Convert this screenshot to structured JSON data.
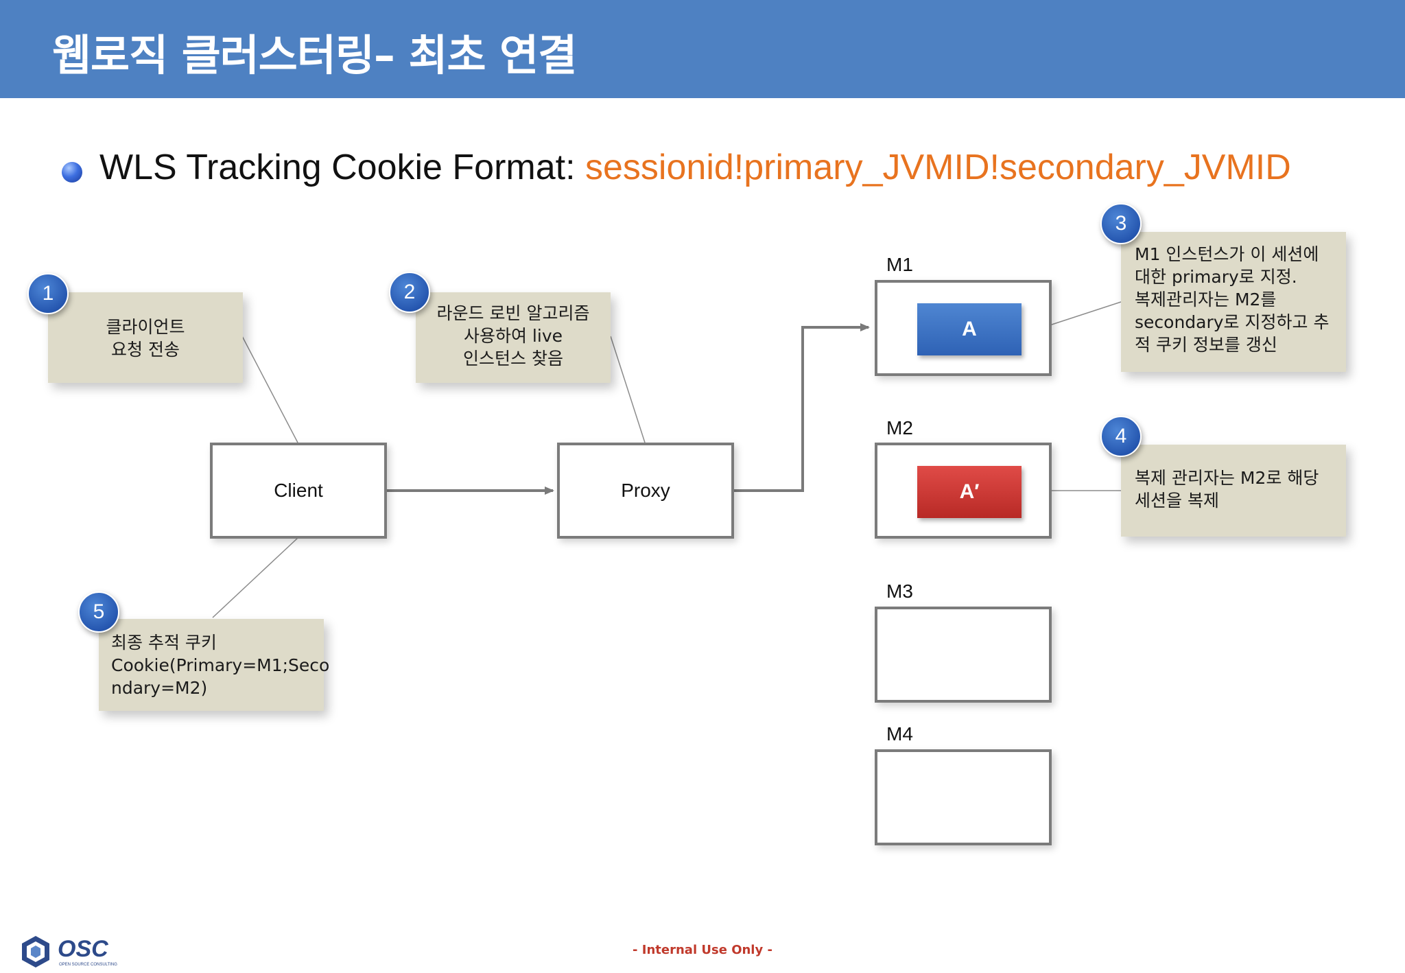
{
  "header": {
    "title": "웹로직 클러스터링– 최초 연결"
  },
  "bullet": {
    "label": "WLS Tracking Cookie Format: ",
    "format": "sessionid!primary_JVMID!secondary_JVMID"
  },
  "notes": [
    {
      "number": "1",
      "lines": [
        "클라이언트",
        "요청 전송"
      ]
    },
    {
      "number": "2",
      "lines": [
        "라운드 로빈 알고리즘",
        "사용하여 live",
        "인스턴스 찾음"
      ]
    },
    {
      "number": "3",
      "lines": [
        "M1 인스턴스가 이 세션에",
        "대한 primary로 지정.",
        "복제관리자는 M2를",
        "secondary로 지정하고 추",
        "적 쿠키 정보를 갱신"
      ]
    },
    {
      "number": "4",
      "lines": [
        "복제 관리자는 M2로 해당",
        "세션을 복제"
      ]
    },
    {
      "number": "5",
      "lines": [
        "최종 추적 쿠키",
        "Cookie(Primary=M1;Seco",
        "ndary=M2)"
      ]
    }
  ],
  "nodes": {
    "client": "Client",
    "proxy": "Proxy"
  },
  "servers": [
    {
      "label": "M1",
      "session": "A"
    },
    {
      "label": "M2",
      "session": "A′"
    },
    {
      "label": "M3"
    },
    {
      "label": "M4"
    }
  ],
  "colors": {
    "header": "#4e81c2",
    "format": "#e8731f",
    "primary_session": "#2e62b5",
    "secondary_session": "#c0302c",
    "footer": "#c0392b"
  },
  "footer": {
    "logo": "OSC",
    "logo_subtext": "OPEN SOURCE CONSULTING",
    "text": "- Internal Use Only -"
  }
}
